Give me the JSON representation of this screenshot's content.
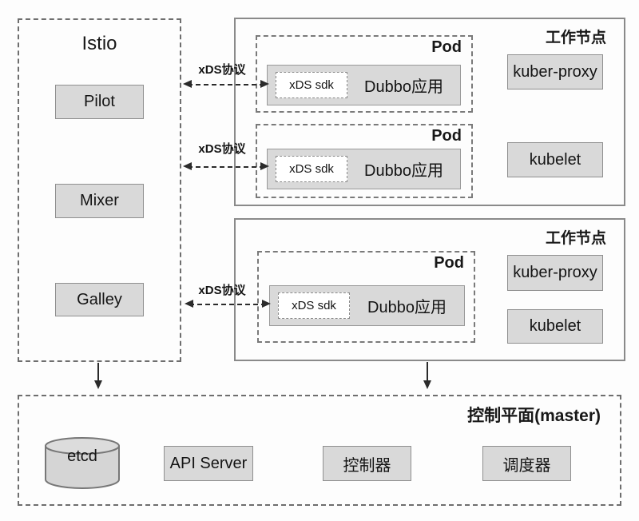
{
  "colors": {
    "node_fill": "#d9d9d9",
    "node_border": "#8f8f8f",
    "dashed_frame": "#6e6e6e",
    "solid_frame": "#8a8a8a",
    "arrow": "#2b2b2b",
    "text": "#141414",
    "background": "#fdfdfd"
  },
  "istio": {
    "title": "Istio",
    "components": [
      {
        "label": "Pilot"
      },
      {
        "label": "Mixer"
      },
      {
        "label": "Galley"
      }
    ]
  },
  "workers": [
    {
      "title": "工作节点",
      "pods": [
        {
          "label": "Pod",
          "sdk_label": "xDS sdk",
          "app_label": "Dubbo应用"
        },
        {
          "label": "Pod",
          "sdk_label": "xDS sdk",
          "app_label": "Dubbo应用"
        }
      ],
      "services": [
        {
          "label": "kuber-proxy"
        },
        {
          "label": "kubelet"
        }
      ]
    },
    {
      "title": "工作节点",
      "pods": [
        {
          "label": "Pod",
          "sdk_label": "xDS sdk",
          "app_label": "Dubbo应用"
        }
      ],
      "services": [
        {
          "label": "kuber-proxy"
        },
        {
          "label": "kubelet"
        }
      ]
    }
  ],
  "arrows": {
    "xds_protocol_label": "xDS协议"
  },
  "control_plane": {
    "title": "控制平面(master)",
    "components": [
      {
        "label": "etcd",
        "shape": "cylinder"
      },
      {
        "label": "API Server"
      },
      {
        "label": "控制器"
      },
      {
        "label": "调度器"
      }
    ]
  }
}
